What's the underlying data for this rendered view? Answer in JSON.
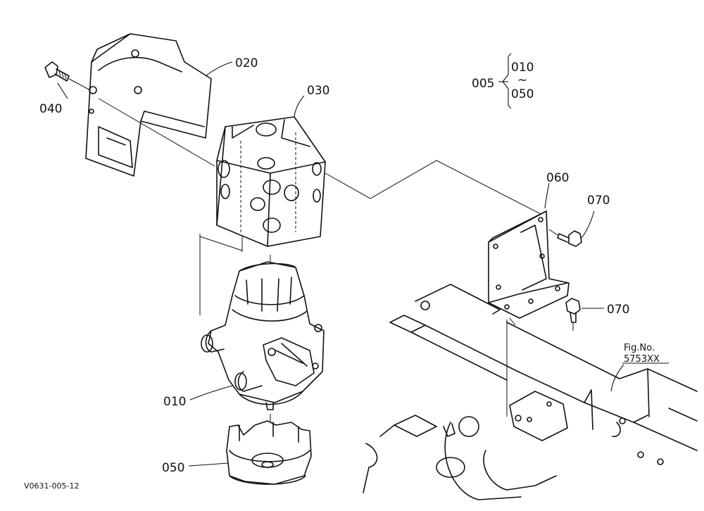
{
  "callouts": {
    "p020": "020",
    "p030": "030",
    "p040": "040",
    "p005": "005",
    "p010_range_start": "010",
    "range_tilde": "~",
    "p050_range_end": "050",
    "p060": "060",
    "p070_upper": "070",
    "p070_lower": "070",
    "p010": "010",
    "p050": "050"
  },
  "figure_ref": {
    "label": "Fig.No.",
    "number": "5753XX"
  },
  "drawing_code": "V0631-005-12"
}
